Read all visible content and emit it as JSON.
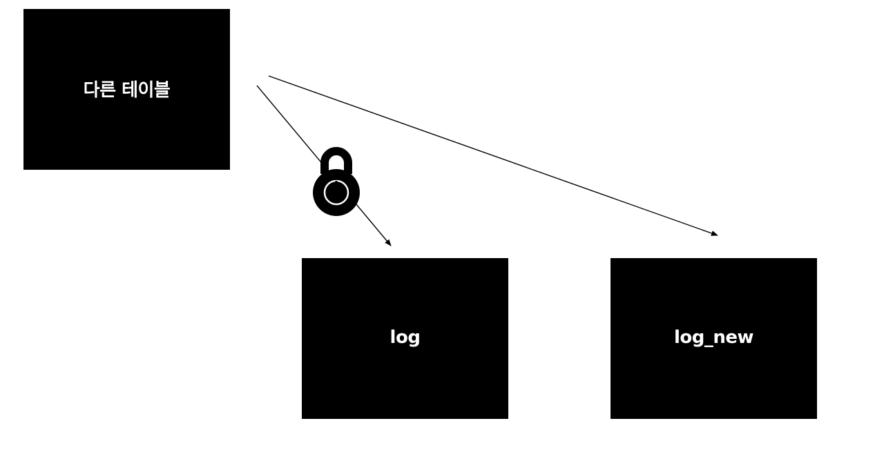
{
  "diagram": {
    "nodes": [
      {
        "id": "other-table",
        "label": "다른 테이블"
      },
      {
        "id": "log",
        "label": "log"
      },
      {
        "id": "log_new",
        "label": "log_new"
      }
    ],
    "edges": [
      {
        "from": "other-table",
        "to": "log",
        "locked": true
      },
      {
        "from": "other-table",
        "to": "log_new",
        "locked": false
      }
    ],
    "icons": {
      "lock": "lock-icon"
    },
    "colors": {
      "box": "#000000",
      "text": "#ffffff",
      "line": "#000000",
      "background": "#ffffff"
    }
  }
}
